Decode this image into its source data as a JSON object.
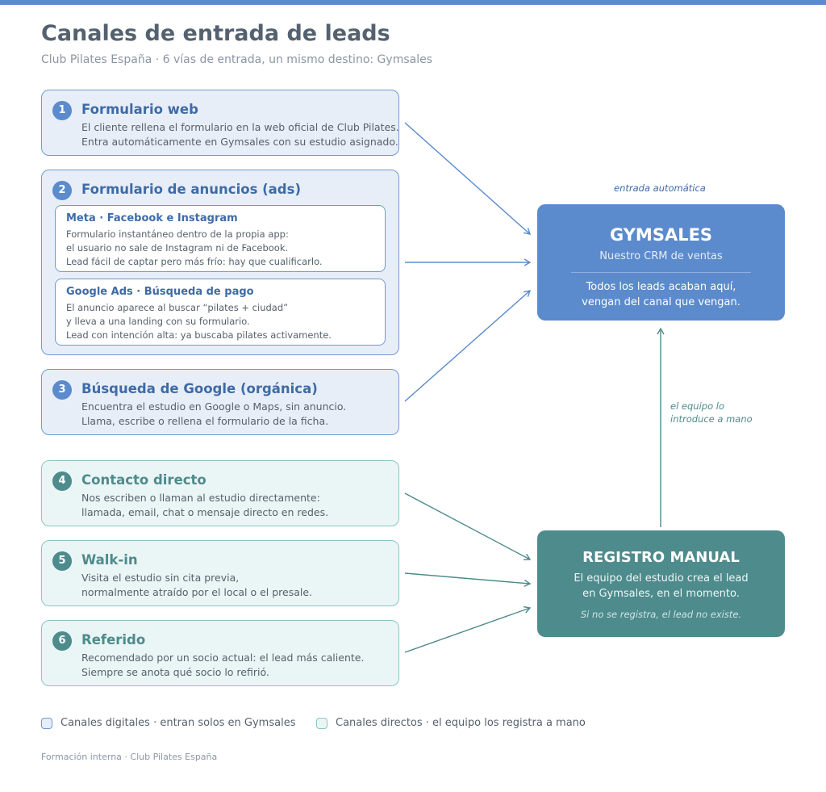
{
  "header": {
    "title": "Canales de entrada de leads",
    "subtitle": "Club Pilates España · 6 vías de entrada, un mismo destino: Gymsales"
  },
  "channels": [
    {
      "num": "1",
      "title": "Formulario web",
      "lines": [
        "El cliente rellena el formulario en la web oficial de Club Pilates.",
        "Entra automáticamente en Gymsales con su estudio asignado."
      ]
    },
    {
      "num": "2",
      "title": "Formulario de anuncios (ads)",
      "subs": [
        {
          "title": "Meta · Facebook e Instagram",
          "lines": [
            "Formulario instantáneo dentro de la propia app:",
            "el usuario no sale de Instagram ni de Facebook.",
            "Lead fácil de captar pero más frío: hay que cualificarlo."
          ]
        },
        {
          "title": "Google Ads · Búsqueda de pago",
          "lines": [
            "El anuncio aparece al buscar “pilates + ciudad”",
            "y lleva a una landing con su formulario.",
            "Lead con intención alta: ya buscaba pilates activamente."
          ]
        }
      ]
    },
    {
      "num": "3",
      "title": "Búsqueda de Google (orgánica)",
      "lines": [
        "Encuentra el estudio en Google o Maps, sin anuncio.",
        "Llama, escribe o rellena el formulario de la ficha."
      ]
    },
    {
      "num": "4",
      "title": "Contacto directo",
      "lines": [
        "Nos escriben o llaman al estudio directamente:",
        "llamada, email, chat o mensaje directo en redes."
      ]
    },
    {
      "num": "5",
      "title": "Walk-in",
      "lines": [
        "Visita el estudio sin cita previa,",
        "normalmente atraído por el local o el presale."
      ]
    },
    {
      "num": "6",
      "title": "Referido",
      "lines": [
        "Recomendado por un socio actual: el lead más caliente.",
        "Siempre se anota qué socio lo refirió."
      ]
    }
  ],
  "gymsales": {
    "title": "GYMSALES",
    "subtitle": "Nuestro CRM de ventas",
    "lines": [
      "Todos los leads acaban aquí,",
      "vengan del canal que vengan."
    ]
  },
  "registro": {
    "title": "REGISTRO MANUAL",
    "lines": [
      "El equipo del estudio crea el lead",
      "en Gymsales, en el momento."
    ],
    "note": "Si no se registra, el lead no existe."
  },
  "edge_labels": {
    "auto": "entrada automática",
    "manual": [
      "el equipo lo",
      "introduce a mano"
    ]
  },
  "legend": {
    "digital": "Canales digitales · entran solos en Gymsales",
    "direct": "Canales directos · el equipo los registra a mano"
  },
  "footer": "Formación interna · Club Pilates España",
  "colors": {
    "digital_accent": "#5b8bcc",
    "direct_accent": "#4e8b8c",
    "digital_fill": "#e8eef8",
    "direct_fill": "#eaf5f5"
  }
}
